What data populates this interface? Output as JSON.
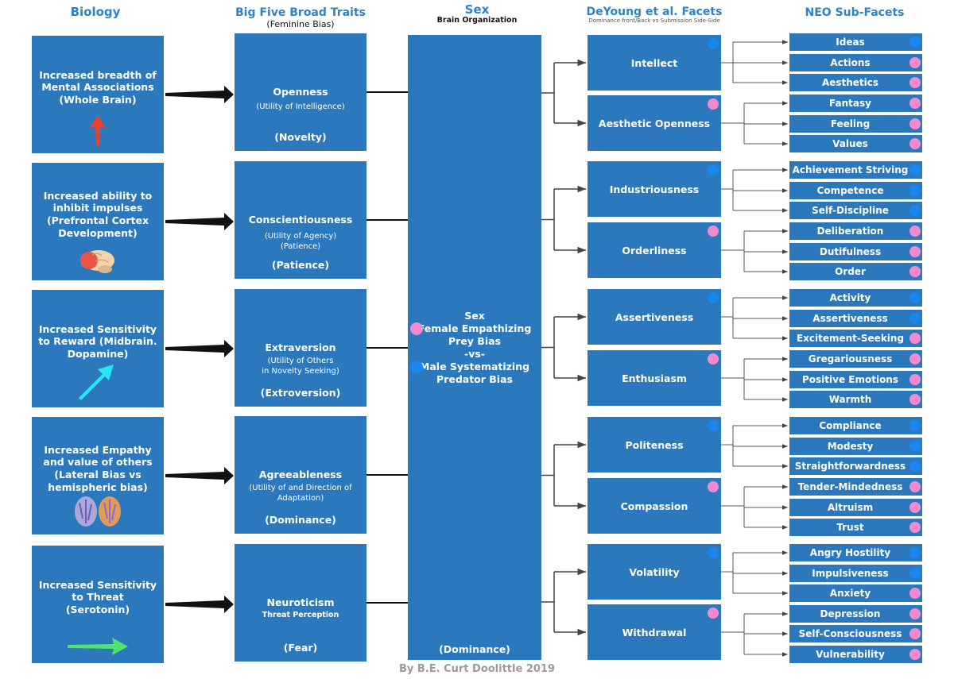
{
  "headers": {
    "biology": "Biology",
    "traits": "Big Five Broad Traits",
    "traits_sub": "(Feminine Bias)",
    "sex": "Sex",
    "sex_sub": "Brain Organization",
    "facets": "DeYoung et al. Facets",
    "facets_sub": "Dominance front/Back vs Submission Side-Side",
    "neo": "NEO Sub-Facets"
  },
  "biology": [
    {
      "text": "Increased breadth of Mental Associations (Whole Brain)",
      "icon": "red-up-arrow-icon"
    },
    {
      "text": "Increased ability to inhibit impulses (Prefrontal Cortex Development)",
      "icon": "brain-icon"
    },
    {
      "text": "Increased Sensitivity to Reward (Midbrain. Dopamine)",
      "icon": "cyan-diagonal-arrow-icon"
    },
    {
      "text": "Increased Empathy and value of others (Lateral Bias vs hemispheric bias)",
      "icon": "brain-scans-icon"
    },
    {
      "text": "Increased Sensitivity to Threat (Serotonin)",
      "icon": "green-right-arrow-icon"
    }
  ],
  "traits": [
    {
      "name": "Openness",
      "utility": "(Utility of Intelligence)",
      "tag": "(Novelty)"
    },
    {
      "name": "Conscientiousness",
      "utility": "(Utility of Agency)\n(Patience)",
      "tag": "(Patience)"
    },
    {
      "name": "Extraversion",
      "utility": "(Utility of Others\nin Novelty Seeking)",
      "tag": "(Extroversion)"
    },
    {
      "name": "Agreeableness",
      "utility": "(Utility of and Direction of\nAdaptation)",
      "tag": "(Dominance)"
    },
    {
      "name": "Neuroticism",
      "utility": "Threat Perception",
      "tag": "(Fear)"
    }
  ],
  "sex_box": {
    "line1": "Sex",
    "line2": "Female Empathizing",
    "line3": "Prey Bias",
    "line4": "-vs-",
    "line5": "Male Systematizing",
    "line6": "Predator Bias",
    "tag": "(Dominance)"
  },
  "facets": [
    {
      "name": "Intellect",
      "dot": "blue"
    },
    {
      "name": "Aesthetic Openness",
      "dot": "pink"
    },
    {
      "name": "Industriousness",
      "dot": "blue"
    },
    {
      "name": "Orderliness",
      "dot": "pink"
    },
    {
      "name": "Assertiveness",
      "dot": "blue"
    },
    {
      "name": "Enthusiasm",
      "dot": "pink"
    },
    {
      "name": "Politeness",
      "dot": "blue"
    },
    {
      "name": "Compassion",
      "dot": "pink"
    },
    {
      "name": "Volatility",
      "dot": "blue"
    },
    {
      "name": "Withdrawal",
      "dot": "pink"
    }
  ],
  "neo": [
    {
      "name": "Ideas",
      "dot": "blue"
    },
    {
      "name": "Actions",
      "dot": "pink"
    },
    {
      "name": "Aesthetics",
      "dot": "pink"
    },
    {
      "name": "Fantasy",
      "dot": "pink"
    },
    {
      "name": "Feeling",
      "dot": "pink"
    },
    {
      "name": "Values",
      "dot": "pink"
    },
    {
      "name": "Achievement Striving",
      "dot": "blue"
    },
    {
      "name": "Competence",
      "dot": "blue"
    },
    {
      "name": "Self-Discipline",
      "dot": "blue"
    },
    {
      "name": "Deliberation",
      "dot": "pink"
    },
    {
      "name": "Dutifulness",
      "dot": "pink"
    },
    {
      "name": "Order",
      "dot": "pink"
    },
    {
      "name": "Activity",
      "dot": "blue"
    },
    {
      "name": "Assertiveness",
      "dot": "blue"
    },
    {
      "name": "Excitement-Seeking",
      "dot": "pink"
    },
    {
      "name": "Gregariousness",
      "dot": "pink"
    },
    {
      "name": "Positive Emotions",
      "dot": "pink"
    },
    {
      "name": "Warmth",
      "dot": "pink"
    },
    {
      "name": "Compliance",
      "dot": "blue"
    },
    {
      "name": "Modesty",
      "dot": "blue"
    },
    {
      "name": "Straightforwardness",
      "dot": "blue"
    },
    {
      "name": "Tender-Mindedness",
      "dot": "pink"
    },
    {
      "name": "Altruism",
      "dot": "pink"
    },
    {
      "name": "Trust",
      "dot": "pink"
    },
    {
      "name": "Angry Hostility",
      "dot": "blue"
    },
    {
      "name": "Impulsiveness",
      "dot": "blue"
    },
    {
      "name": "Anxiety",
      "dot": "pink"
    },
    {
      "name": "Depression",
      "dot": "pink"
    },
    {
      "name": "Self-Consciousness",
      "dot": "pink"
    },
    {
      "name": "Vulnerability",
      "dot": "pink"
    }
  ],
  "colors": {
    "box": "#2b78bd",
    "header": "#2f82c3",
    "blue_dot": "#1a86f0",
    "pink_dot": "#f28ad0"
  },
  "footer": "By B.E. Curt Doolittle 2019"
}
